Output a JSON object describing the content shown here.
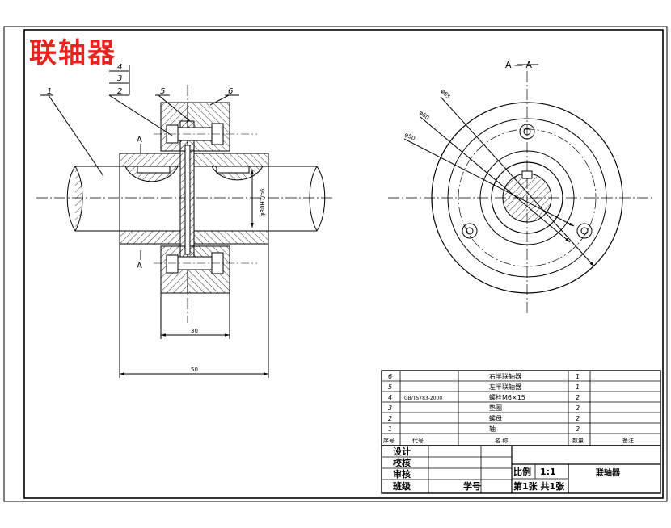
{
  "drawing": {
    "title": "联轴器",
    "section_label": "A — A",
    "cut_a_top": "A",
    "cut_a_bottom": "A",
    "balloons": [
      "1",
      "2",
      "3",
      "4",
      "5",
      "6"
    ],
    "dimensions": {
      "width_30": "30",
      "width_50": "50",
      "dia_shaft": "φ30H7/h6",
      "dia_65": "φ65",
      "dia_60": "φ60",
      "dia_50": "φ50"
    }
  },
  "bom": {
    "headers": [
      "序号",
      "代号",
      "名  称",
      "数量",
      "备注"
    ],
    "rows": [
      {
        "no": "6",
        "code": "",
        "name": "右半联轴器",
        "qty": "1",
        "note": ""
      },
      {
        "no": "5",
        "code": "",
        "name": "左半联轴器",
        "qty": "1",
        "note": ""
      },
      {
        "no": "4",
        "code": "GB/T5783-2000",
        "name": "螺栓M6×15",
        "qty": "2",
        "note": ""
      },
      {
        "no": "3",
        "code": "",
        "name": "垫圈",
        "qty": "2",
        "note": ""
      },
      {
        "no": "2",
        "code": "",
        "name": "螺母",
        "qty": "2",
        "note": ""
      },
      {
        "no": "1",
        "code": "",
        "name": "轴",
        "qty": "2",
        "note": ""
      }
    ]
  },
  "title_block": {
    "design": "设计",
    "check": "校核",
    "review": "审核",
    "class": "班级",
    "student_no": "学号",
    "scale_label": "比例",
    "scale_value": "1:1",
    "part_name": "联轴器",
    "sheet_info": "第1张  共1张"
  }
}
